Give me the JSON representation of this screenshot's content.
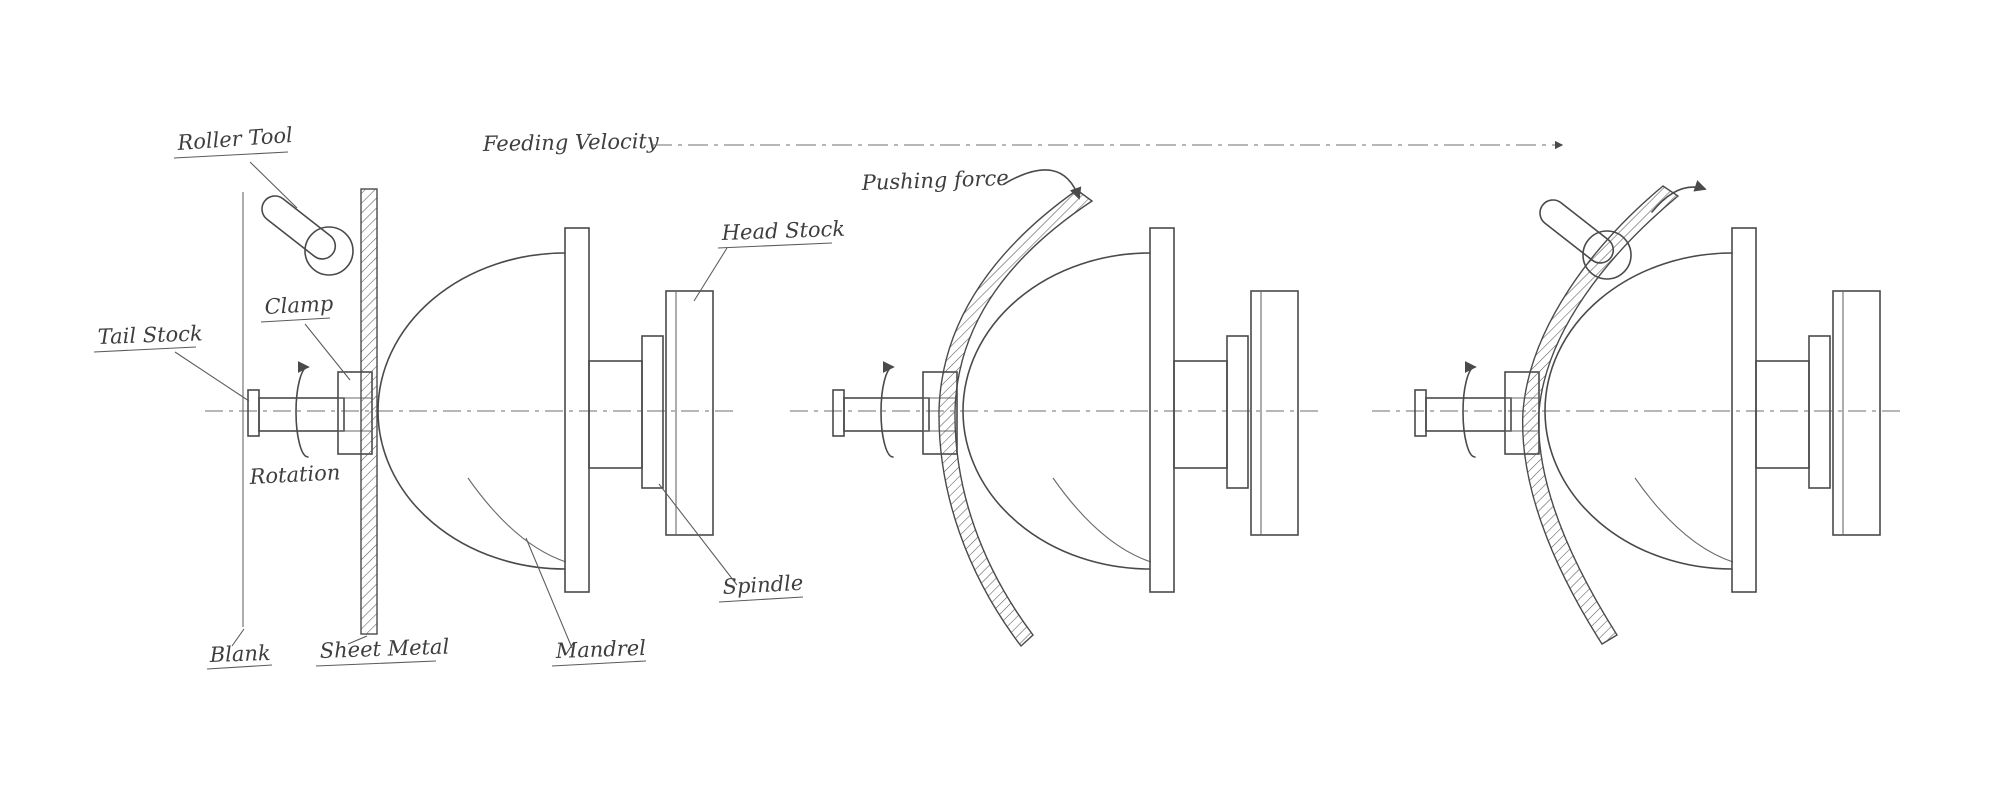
{
  "diagram": {
    "background": "#ffffff",
    "ink_color": "#4a4a4a",
    "labels": {
      "roller_tool": "Roller Tool",
      "feeding_velocity": "Feeding Velocity",
      "pushing_force": "Pushing force",
      "head_stock": "Head Stock",
      "clamp": "Clamp",
      "tail_stock": "Tail Stock",
      "rotation": "Rotation",
      "blank": "Blank",
      "sheet_metal": "Sheet Metal",
      "spindle": "Spindle",
      "mandrel": "Mandrel"
    }
  }
}
